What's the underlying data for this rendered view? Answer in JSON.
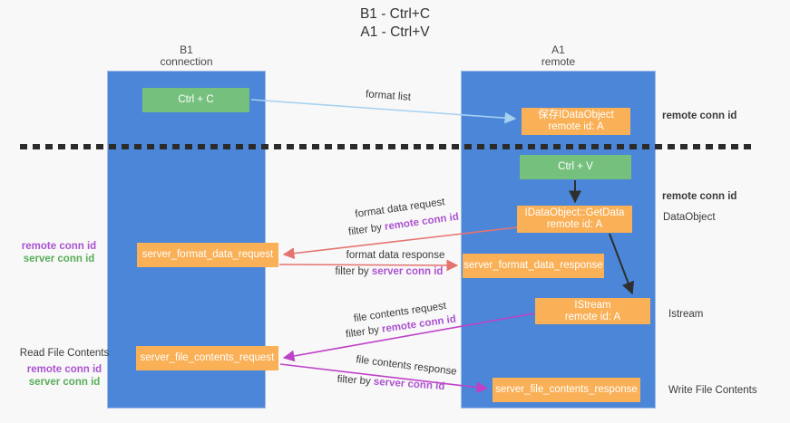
{
  "title": {
    "line1": "B1 - Ctrl+C",
    "line2": "A1 - Ctrl+V"
  },
  "lifelines": {
    "left": {
      "name": "B1",
      "role": "connection"
    },
    "right": {
      "name": "A1",
      "role": "remote"
    }
  },
  "nodes": {
    "ctrl_c": {
      "label": "Ctrl + C"
    },
    "ctrl_v": {
      "label": "Ctrl + V"
    },
    "save_dataobject": {
      "line1": "保存IDataObject",
      "line2": "remote id: A"
    },
    "getdata": {
      "line1": "IDataObject::GetData",
      "line2": "remote id: A"
    },
    "istream": {
      "line1": "IStream",
      "line2": "remote id: A"
    },
    "server_format_data_request": {
      "label": "server_format_data_request"
    },
    "server_format_data_response": {
      "label": "server_format_data_response"
    },
    "server_file_contents_request": {
      "label": "server_file_contents_request"
    },
    "server_file_contents_response": {
      "label": "server_file_contents_response"
    }
  },
  "arrows": {
    "format_list": {
      "label": "format list"
    },
    "format_data_request": {
      "label": "format data request",
      "filter_prefix": "filter by ",
      "filter_key": "remote conn id"
    },
    "format_data_response": {
      "label": "format data response",
      "filter_prefix": "filter by ",
      "filter_key": "server conn id"
    },
    "file_contents_request": {
      "label": "file contents request",
      "filter_prefix": "filter by ",
      "filter_key": "remote conn id"
    },
    "file_contents_response": {
      "label": "file contents response",
      "filter_prefix": "filter by ",
      "filter_key": "server conn id"
    }
  },
  "side_labels": {
    "right_remote_conn_id_top": "remote conn id",
    "right_remote_conn_id_mid": "remote conn id",
    "dataobject": "DataObject",
    "istream": "Istream",
    "write_file_contents": "Write File Contents",
    "read_file_contents": "Read File Contents",
    "left_remote_conn_id_mid": "remote conn id",
    "left_server_conn_id_mid": "server conn id",
    "left_remote_conn_id_bottom": "remote conn id",
    "left_server_conn_id_bottom": "server conn id"
  },
  "colors": {
    "lifeline_blue": "#4b86d8",
    "node_green": "#76c07e",
    "node_orange": "#f9b057",
    "arrow_light_blue": "#a6d1f0",
    "arrow_salmon": "#e5736e",
    "arrow_magenta": "#bf42c6",
    "arrow_black": "#2f2f2f",
    "label_purple": "#ab53cf",
    "label_green": "#58ad58",
    "text_dark": "#3a3a3a"
  }
}
